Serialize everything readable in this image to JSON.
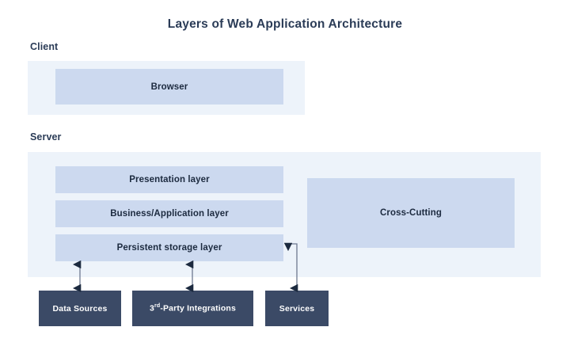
{
  "diagram": {
    "title": "Layers of Web Application Architecture",
    "accent_panel_color": "#edf3fa",
    "accent_box_color": "#ccd9ef",
    "dark_box_color": "#3b4a66",
    "text_color": "#2b3c57",
    "sections": {
      "client_label": "Client",
      "server_label": "Server"
    },
    "client": {
      "browser_label": "Browser"
    },
    "server": {
      "layers": [
        {
          "label": "Presentation layer"
        },
        {
          "label": "Business/Application layer"
        },
        {
          "label": "Persistent storage layer"
        }
      ],
      "cross_cutting_label": "Cross-Cutting"
    },
    "external": [
      {
        "label": "Data Sources",
        "arrow": "double"
      },
      {
        "label_prefix": "3",
        "label_sup": "rd",
        "label_suffix": "-Party Integrations",
        "arrow": "double"
      },
      {
        "label": "Services",
        "arrow": "single"
      }
    ]
  }
}
